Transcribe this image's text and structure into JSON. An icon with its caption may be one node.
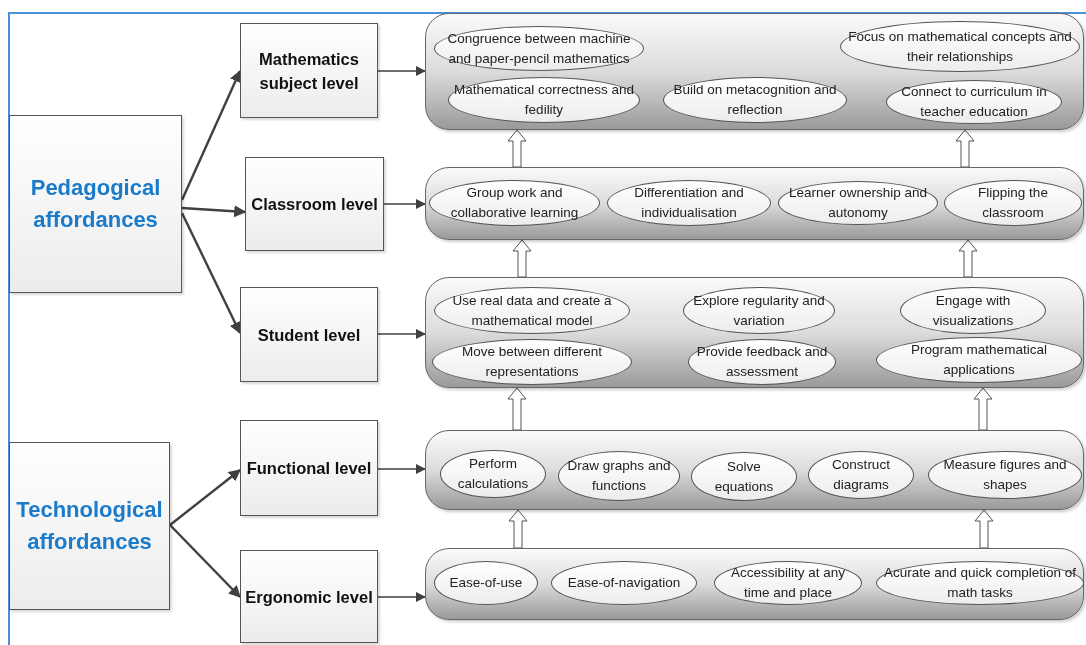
{
  "diagram": {
    "nodes": [
      {
        "text": [
          "Pedagogical affordances"
        ]
      },
      {
        "text": [
          "Mathematics subject level"
        ]
      },
      {
        "text": [
          "Classroom level"
        ]
      },
      {
        "text": [
          "Student level"
        ]
      },
      {
        "text": [
          "Technological affordances"
        ]
      },
      {
        "text": [
          "Functional level"
        ]
      },
      {
        "text": [
          "Ergonomic level"
        ]
      },
      {
        "text": [],
        "shape": "box"
      },
      {
        "text": [
          "Congruence between  machine and paper-pencil mathematics"
        ],
        "in": 7
      },
      {
        "text": [
          "Focus on mathematical concepts and their relationships"
        ],
        "in": 7
      },
      {
        "text": [
          "Mathematical correctness and fedility"
        ],
        "in": 7
      },
      {
        "text": [
          "Build on metacognition and reflection"
        ],
        "in": 7
      },
      {
        "text": [
          "Connect to curriculum in teacher education"
        ],
        "in": 7
      },
      {
        "text": [],
        "shape": "box"
      },
      {
        "text": [
          "Group work and collaborative learning"
        ],
        "in": 13
      },
      {
        "text": [
          "Differentiation and individualisation"
        ],
        "in": 13
      },
      {
        "text": [
          "Learner ownership and autonomy"
        ],
        "in": 13
      },
      {
        "text": [
          "Flipping the classroom"
        ],
        "in": 13
      },
      {
        "text": [],
        "shape": "box"
      },
      {
        "text": [
          "Use real data and create a mathematical model"
        ],
        "in": 18
      },
      {
        "text": [
          "Explore regularity and variation"
        ],
        "in": 18
      },
      {
        "text": [
          "Engage with visualizations"
        ],
        "in": 18
      },
      {
        "text": [
          "Move between different representations"
        ],
        "in": 18
      },
      {
        "text": [
          "Provide feedback and assessment"
        ],
        "in": 18
      },
      {
        "text": [
          "Program mathematical applications"
        ],
        "in": 18
      },
      {
        "text": [],
        "shape": "box"
      },
      {
        "text": [
          "Perform calculations"
        ],
        "in": 25
      },
      {
        "text": [
          "Draw graphs and functions"
        ],
        "in": 25
      },
      {
        "text": [
          "Solve equations"
        ],
        "in": 25
      },
      {
        "text": [
          "Construct diagrams"
        ],
        "in": 25
      },
      {
        "text": [
          "Measure figures and shapes"
        ],
        "in": 25
      },
      {
        "text": [],
        "shape": "box"
      },
      {
        "text": [
          "Ease-of-use"
        ],
        "in": 31
      },
      {
        "text": [
          "Ease-of-navigation"
        ],
        "in": 31
      },
      {
        "text": [
          "Accessibility at any time and place"
        ],
        "in": 31
      },
      {
        "text": [
          "Acurate and quick completion of math tasks"
        ],
        "in": 31
      }
    ],
    "edges": [
      {
        "from": 0,
        "to": 1,
        "arrow": "to"
      },
      {
        "from": 0,
        "to": 2,
        "arrow": "to"
      },
      {
        "from": 0,
        "to": 3,
        "arrow": "to"
      },
      {
        "from": 4,
        "to": 5,
        "arrow": "to"
      },
      {
        "from": 4,
        "to": 6,
        "arrow": "to"
      },
      {
        "from": 1,
        "to": 7,
        "arrow": "to"
      },
      {
        "from": 2,
        "to": 13,
        "arrow": "to"
      },
      {
        "from": 3,
        "to": 18,
        "arrow": "to"
      },
      {
        "from": 5,
        "to": 25,
        "arrow": "to"
      },
      {
        "from": 6,
        "to": 31,
        "arrow": "to"
      },
      {
        "from": 13,
        "to": 7,
        "arrow": "to",
        "style": "thick"
      },
      {
        "from": 13,
        "to": 7,
        "arrow": "to",
        "style": "thick"
      },
      {
        "from": 18,
        "to": 13,
        "arrow": "to",
        "style": "thick"
      },
      {
        "from": 18,
        "to": 13,
        "arrow": "to",
        "style": "thick"
      },
      {
        "from": 25,
        "to": 18,
        "arrow": "to",
        "style": "thick"
      },
      {
        "from": 25,
        "to": 18,
        "arrow": "to",
        "style": "thick"
      },
      {
        "from": 31,
        "to": 25,
        "arrow": "to",
        "style": "thick"
      },
      {
        "from": 31,
        "to": 25,
        "arrow": "to",
        "style": "thick"
      }
    ]
  }
}
